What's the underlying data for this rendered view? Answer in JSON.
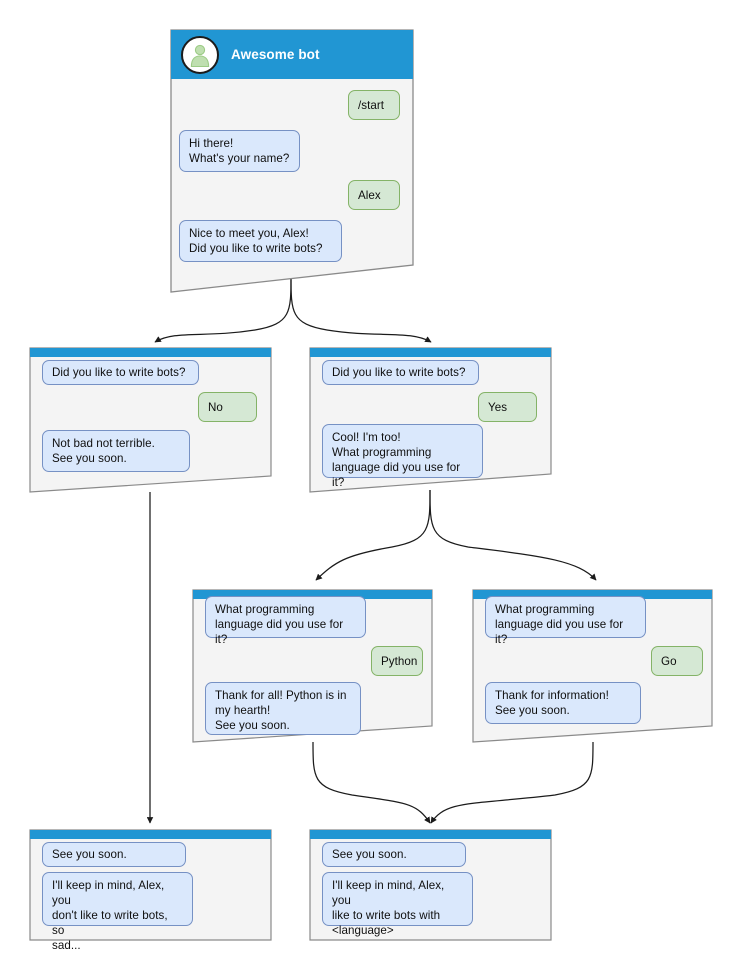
{
  "diagram": {
    "title": "Awesome bot conversation flow",
    "colors": {
      "header_blue": "#2196d3",
      "card_body": "#f4f4f4",
      "card_border": "#8a8a8a",
      "bot_bubble_fill": "#dae8fc",
      "bot_bubble_border": "#7691c4",
      "user_bubble_fill": "#d5e8d4",
      "user_bubble_border": "#84b367",
      "edge": "#1b1b1b",
      "avatar_fill": "#b3d9a3"
    }
  },
  "nodes": [
    {
      "id": "start",
      "header_title": "Awesome bot",
      "has_avatar": true,
      "avatar_icon": "person-avatar-icon",
      "messages": [
        {
          "from": "user",
          "text": "/start"
        },
        {
          "from": "bot",
          "text": "Hi there!\nWhat's your name?"
        },
        {
          "from": "user",
          "text": "Alex"
        },
        {
          "from": "bot",
          "text": "Nice to meet you, Alex!\nDid you like to write bots?"
        }
      ]
    },
    {
      "id": "answer-no",
      "header_title": "",
      "has_avatar": false,
      "messages": [
        {
          "from": "bot",
          "text": "Did you like to write bots?"
        },
        {
          "from": "user",
          "text": "No"
        },
        {
          "from": "bot",
          "text": "Not bad not terrible.\nSee you soon."
        }
      ]
    },
    {
      "id": "answer-yes",
      "header_title": "",
      "has_avatar": false,
      "messages": [
        {
          "from": "bot",
          "text": "Did you like to write bots?"
        },
        {
          "from": "user",
          "text": "Yes"
        },
        {
          "from": "bot",
          "text": "Cool! I'm too!\nWhat programming\nlanguage did you use for it?"
        }
      ]
    },
    {
      "id": "answer-python",
      "header_title": "",
      "has_avatar": false,
      "messages": [
        {
          "from": "bot",
          "text": "What programming\nlanguage did you use for it?"
        },
        {
          "from": "user",
          "text": "Python"
        },
        {
          "from": "bot",
          "text": "Thank for all! Python is in\nmy hearth!\nSee you soon."
        }
      ]
    },
    {
      "id": "answer-go",
      "header_title": "",
      "has_avatar": false,
      "messages": [
        {
          "from": "bot",
          "text": "What programming\nlanguage did you use for it?"
        },
        {
          "from": "user",
          "text": "Go"
        },
        {
          "from": "bot",
          "text": "Thank for information!\nSee you soon."
        }
      ]
    },
    {
      "id": "end-sad",
      "header_title": "",
      "has_avatar": false,
      "messages": [
        {
          "from": "bot",
          "text": "See you soon."
        },
        {
          "from": "bot",
          "text": "I'll keep in mind, Alex, you\ndon't like to write bots, so\nsad..."
        }
      ]
    },
    {
      "id": "end-happy",
      "header_title": "",
      "has_avatar": false,
      "messages": [
        {
          "from": "bot",
          "text": "See you soon."
        },
        {
          "from": "bot",
          "text": "I'll keep in mind, Alex, you\nlike to write bots with\n<language>"
        }
      ]
    }
  ]
}
